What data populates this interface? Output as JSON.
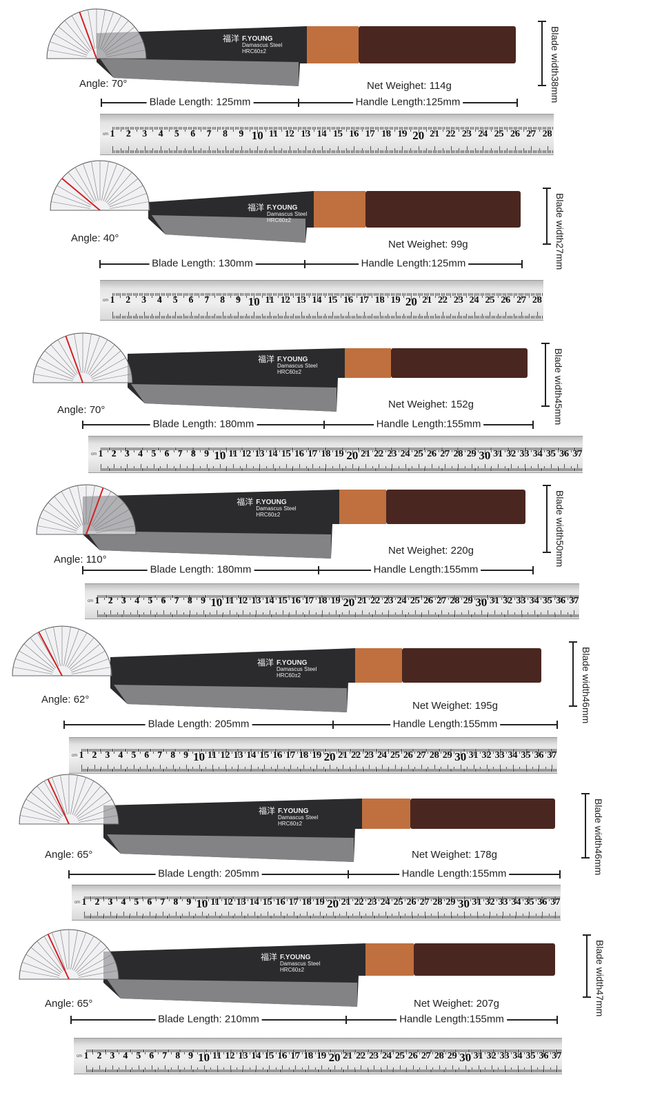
{
  "brand": {
    "name": "F.YOUNG",
    "steel": "Damascus Steel",
    "hardness": "HRC60±2",
    "logo_chars": "福洋"
  },
  "ruler_unit": "cm",
  "colors": {
    "blade": "#2b2b2d",
    "ferrule": "#c0703e",
    "handle": "#4a2620",
    "protractor_line": "#d42020"
  },
  "knives": [
    {
      "angle": "Angle: 70°",
      "angle_deg": 70,
      "net_weight": "Net Weighet: 114g",
      "blade_length": "Blade Length: 125mm",
      "handle_length": "Handle Length:125mm",
      "blade_width_label": "Blade width",
      "blade_width": "38mm",
      "ruler_max": 28
    },
    {
      "angle": "Angle: 40°",
      "angle_deg": 40,
      "net_weight": "Net Weighet: 99g",
      "blade_length": "Blade Length: 130mm",
      "handle_length": "Handle Length:125mm",
      "blade_width_label": "Blade width",
      "blade_width": "27mm",
      "ruler_max": 28
    },
    {
      "angle": "Angle: 70°",
      "angle_deg": 70,
      "net_weight": "Net Weighet: 152g",
      "blade_length": "Blade Length: 180mm",
      "handle_length": "Handle Length:155mm",
      "blade_width_label": "Blade width",
      "blade_width": "45mm",
      "ruler_max": 37
    },
    {
      "angle": "Angle: 110°",
      "angle_deg": 110,
      "net_weight": "Net Weighet: 220g",
      "blade_length": "Blade Length: 180mm",
      "handle_length": "Handle Length:155mm",
      "blade_width_label": "Blade width",
      "blade_width": "50mm",
      "ruler_max": 37
    },
    {
      "angle": "Angle: 62°",
      "angle_deg": 62,
      "net_weight": "Net Weighet: 195g",
      "blade_length": "Blade Length: 205mm",
      "handle_length": "Handle Length:155mm",
      "blade_width_label": "Blade width",
      "blade_width": "46mm",
      "ruler_max": 37
    },
    {
      "angle": "Angle: 65°",
      "angle_deg": 65,
      "net_weight": "Net Weighet: 178g",
      "blade_length": "Blade Length: 205mm",
      "handle_length": "Handle Length:155mm",
      "blade_width_label": "Blade width",
      "blade_width": "46mm",
      "ruler_max": 37
    },
    {
      "angle": "Angle: 65°",
      "angle_deg": 65,
      "net_weight": "Net Weighet: 207g",
      "blade_length": "Blade Length: 210mm",
      "handle_length": "Handle Length:155mm",
      "blade_width_label": "Blade width",
      "blade_width": "47mm",
      "ruler_max": 37
    }
  ]
}
